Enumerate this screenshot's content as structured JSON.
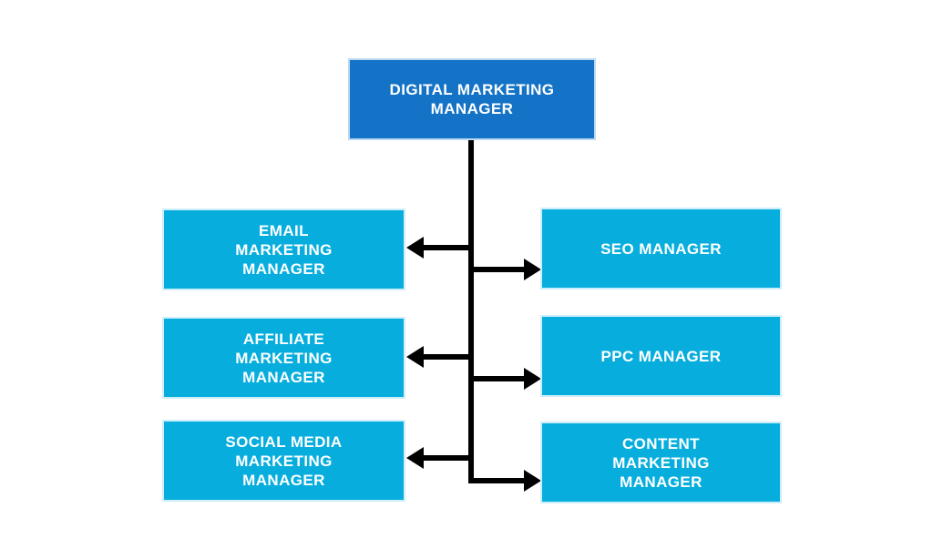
{
  "diagram": {
    "type": "org-chart",
    "root": {
      "id": "digital-marketing-manager",
      "label": "DIGITAL MARKETING\nMANAGER"
    },
    "children_left": [
      {
        "id": "email-marketing-manager",
        "label": "EMAIL\nMARKETING\nMANAGER"
      },
      {
        "id": "affiliate-marketing-manager",
        "label": "AFFILIATE\nMARKETING\nMANAGER"
      },
      {
        "id": "social-media-marketing-manager",
        "label": "SOCIAL MEDIA\nMARKETING\nMANAGER"
      }
    ],
    "children_right": [
      {
        "id": "seo-manager",
        "label": "SEO MANAGER"
      },
      {
        "id": "ppc-manager",
        "label": "PPC MANAGER"
      },
      {
        "id": "content-marketing-manager",
        "label": "CONTENT\nMARKETING\nMANAGER"
      }
    ],
    "edges": [
      {
        "from": "digital-marketing-manager",
        "to": "email-marketing-manager"
      },
      {
        "from": "digital-marketing-manager",
        "to": "seo-manager"
      },
      {
        "from": "digital-marketing-manager",
        "to": "affiliate-marketing-manager"
      },
      {
        "from": "digital-marketing-manager",
        "to": "ppc-manager"
      },
      {
        "from": "digital-marketing-manager",
        "to": "social-media-marketing-manager"
      },
      {
        "from": "digital-marketing-manager",
        "to": "content-marketing-manager"
      }
    ],
    "colors": {
      "root_fill": "#1473c6",
      "child_fill": "#07aedd",
      "label_text": "#ffffff",
      "connector": "#000000",
      "background": "#ffffff"
    }
  }
}
